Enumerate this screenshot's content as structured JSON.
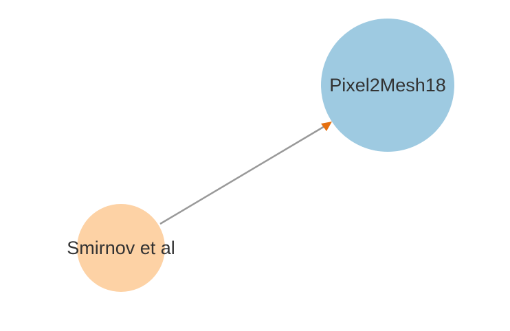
{
  "nodes": [
    {
      "id": "smirnov",
      "label": "Smirnov et al",
      "color": "#fdd2a5"
    },
    {
      "id": "pixel2mesh",
      "label": "Pixel2Mesh18",
      "color": "#9ecae1"
    }
  ],
  "edges": [
    {
      "from": "smirnov",
      "to": "pixel2mesh",
      "line_color": "#999999",
      "arrow_color": "#e6700f"
    }
  ]
}
